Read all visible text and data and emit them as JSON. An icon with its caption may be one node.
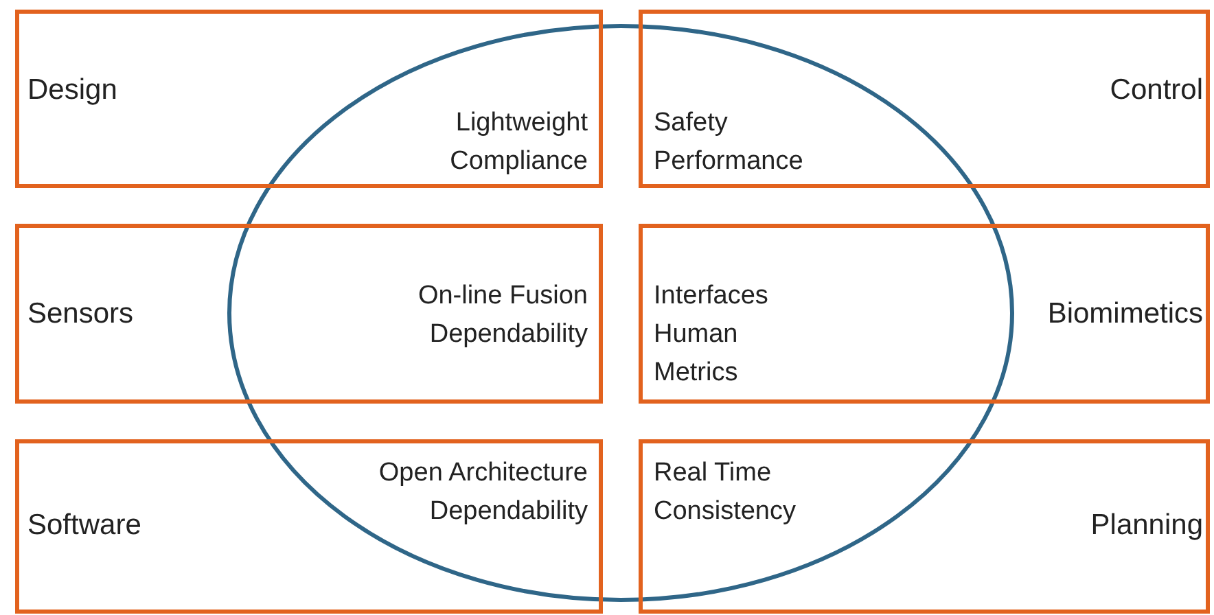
{
  "diagram": {
    "nodes": [
      {
        "text": [
          "Design",
          "Lightweight Compliance"
        ]
      },
      {
        "text": [
          "Safety Performance",
          "Control"
        ]
      },
      {
        "text": [
          "Sensors",
          "On-line Fusion Dependability"
        ]
      },
      {
        "text": [
          "Interfaces Human Metrics",
          "Biomimetics"
        ]
      },
      {
        "text": [
          "Software",
          "Open Architecture Dependability"
        ]
      },
      {
        "text": [
          "Real Time Consistency",
          "Planning"
        ]
      },
      {
        "text": [],
        "shape": "ellipse"
      }
    ]
  }
}
